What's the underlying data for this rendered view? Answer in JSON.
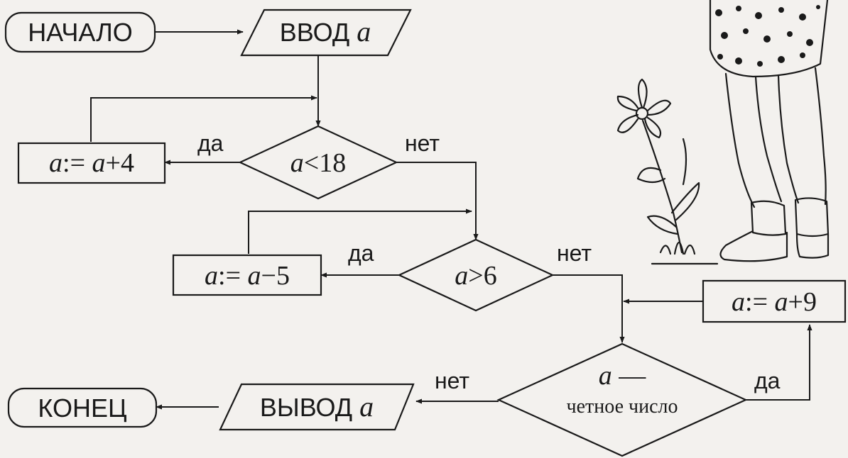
{
  "nodes": {
    "start": "НАЧАЛО",
    "input_word": "ВВОД",
    "input_var": "a",
    "cond1_var": "a",
    "cond1_rest": "<18",
    "assign1_lhs": "a",
    "assign1_op": ":=",
    "assign1_rhs_var": "a",
    "assign1_rhs_rest": "+4",
    "cond2_var": "a",
    "cond2_rest": ">6",
    "assign2_lhs": "a",
    "assign2_op": ":=",
    "assign2_rhs_var": "a",
    "assign2_rhs_rest": "−5",
    "assign3_lhs": "a",
    "assign3_op": ":=",
    "assign3_rhs_var": "a",
    "assign3_rhs_rest": "+9",
    "cond3_var": "a",
    "cond3_dash": "—",
    "cond3_line2": "четное число",
    "output_word": "ВЫВОД",
    "output_var": "a",
    "end": "КОНЕЦ"
  },
  "edges": {
    "cond1_yes": "да",
    "cond1_no": "нет",
    "cond2_yes": "да",
    "cond2_no": "нет",
    "cond3_no": "нет",
    "cond3_yes": "да"
  },
  "colors": {
    "background": "#f3f1ee",
    "ink": "#1a1a1a"
  },
  "illustration": "girl-and-flower-drawing"
}
